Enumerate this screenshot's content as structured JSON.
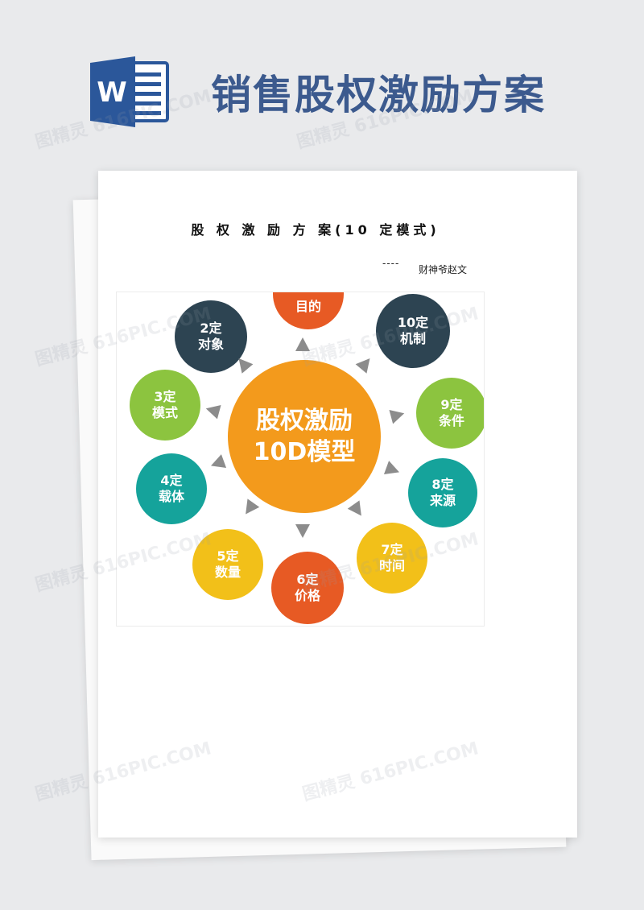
{
  "header": {
    "title": "销售股权激励方案",
    "title_color": "#3c5a8e",
    "icon_color": "#2b579a"
  },
  "document": {
    "title": "股 权 激 励 方 案(10  定模式)",
    "author_dash": "----",
    "author": "财神爷赵文"
  },
  "diagram": {
    "center": {
      "line1": "股权激励",
      "line2": "10D模型",
      "color": "#f39a1c"
    },
    "nodes": [
      {
        "key": "node-1-purpose",
        "line1": "",
        "line2": "目的",
        "color": "#e75a24"
      },
      {
        "key": "node-2-target",
        "line1": "2定",
        "line2": "对象",
        "color": "#2d4452"
      },
      {
        "key": "node-3-mode",
        "line1": "3定",
        "line2": "模式",
        "color": "#8cc43f"
      },
      {
        "key": "node-4-carrier",
        "line1": "4定",
        "line2": "载体",
        "color": "#15a39b"
      },
      {
        "key": "node-5-quantity",
        "line1": "5定",
        "line2": "数量",
        "color": "#f2c019"
      },
      {
        "key": "node-6-price",
        "line1": "6定",
        "line2": "价格",
        "color": "#e75a24"
      },
      {
        "key": "node-7-time",
        "line1": "7定",
        "line2": "时间",
        "color": "#f2c019"
      },
      {
        "key": "node-8-source",
        "line1": "8定",
        "line2": "来源",
        "color": "#15a39b"
      },
      {
        "key": "node-9-condition",
        "line1": "9定",
        "line2": "条件",
        "color": "#8cc43f"
      },
      {
        "key": "node-10-mechanism",
        "line1": "10定",
        "line2": "机制",
        "color": "#2d4452"
      }
    ]
  },
  "watermark": "图精灵 616PIC.COM"
}
